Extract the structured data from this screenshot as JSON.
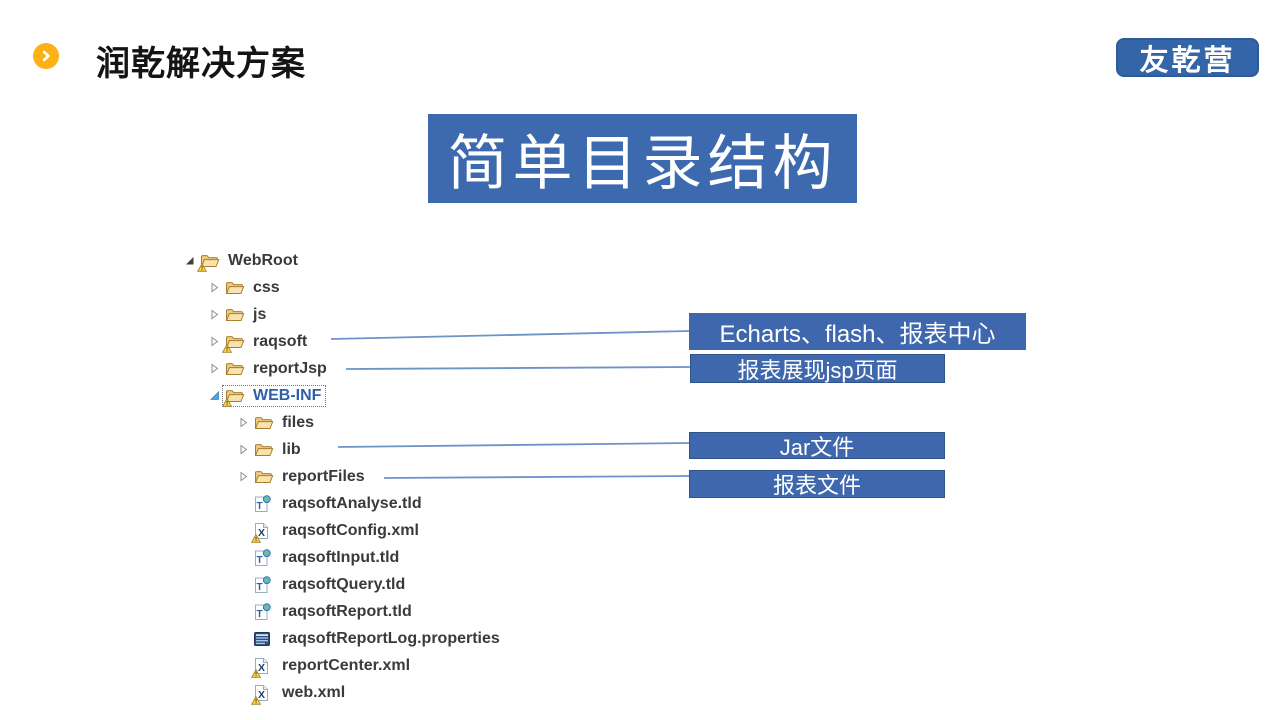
{
  "header": {
    "title": "润乾解决方案",
    "bullet_icon": "chevron-right-icon",
    "logo_text": "友乾营"
  },
  "banner": {
    "title": "简单目录结构"
  },
  "tree": {
    "items": [
      {
        "label": "WebRoot",
        "level": 0,
        "twistie": "expanded",
        "icon": "folder-icon",
        "warning": true,
        "selected": false
      },
      {
        "label": "css",
        "level": 1,
        "twistie": "collapsed",
        "icon": "folder-icon",
        "warning": false,
        "selected": false
      },
      {
        "label": "js",
        "level": 1,
        "twistie": "collapsed",
        "icon": "folder-icon",
        "warning": false,
        "selected": false
      },
      {
        "label": "raqsoft",
        "level": 1,
        "twistie": "collapsed",
        "icon": "folder-icon",
        "warning": true,
        "selected": false
      },
      {
        "label": "reportJsp",
        "level": 1,
        "twistie": "collapsed",
        "icon": "folder-icon",
        "warning": false,
        "selected": false
      },
      {
        "label": "WEB-INF",
        "level": 1,
        "twistie": "expanded-blue",
        "icon": "folder-icon",
        "warning": true,
        "selected": true
      },
      {
        "label": "files",
        "level": 2,
        "twistie": "collapsed",
        "icon": "folder-icon",
        "warning": false,
        "selected": false
      },
      {
        "label": "lib",
        "level": 2,
        "twistie": "collapsed",
        "icon": "folder-icon",
        "warning": false,
        "selected": false
      },
      {
        "label": "reportFiles",
        "level": 2,
        "twistie": "collapsed",
        "icon": "folder-icon",
        "warning": false,
        "selected": false
      },
      {
        "label": "raqsoftAnalyse.tld",
        "level": 2,
        "twistie": "none",
        "icon": "tld-file-icon",
        "warning": false,
        "selected": false
      },
      {
        "label": "raqsoftConfig.xml",
        "level": 2,
        "twistie": "none",
        "icon": "xml-file-icon",
        "warning": true,
        "selected": false
      },
      {
        "label": "raqsoftInput.tld",
        "level": 2,
        "twistie": "none",
        "icon": "tld-file-icon",
        "warning": false,
        "selected": false
      },
      {
        "label": "raqsoftQuery.tld",
        "level": 2,
        "twistie": "none",
        "icon": "tld-file-icon",
        "warning": false,
        "selected": false
      },
      {
        "label": "raqsoftReport.tld",
        "level": 2,
        "twistie": "none",
        "icon": "tld-file-icon",
        "warning": false,
        "selected": false
      },
      {
        "label": "raqsoftReportLog.properties",
        "level": 2,
        "twistie": "none",
        "icon": "properties-file-icon",
        "warning": false,
        "selected": false
      },
      {
        "label": "reportCenter.xml",
        "level": 2,
        "twistie": "none",
        "icon": "xml-file-icon",
        "warning": true,
        "selected": false
      },
      {
        "label": "web.xml",
        "level": 2,
        "twistie": "none",
        "icon": "xml-file-icon",
        "warning": true,
        "selected": false
      }
    ]
  },
  "callouts": [
    {
      "text": "Echarts、flash、报表中心",
      "points_to": "raqsoft"
    },
    {
      "text": "报表展现jsp页面",
      "points_to": "reportJsp"
    },
    {
      "text": "Jar文件",
      "points_to": "lib"
    },
    {
      "text": "报表文件",
      "points_to": "reportFiles"
    }
  ],
  "colors": {
    "banner_blue": "#3D6AAF",
    "callout_blue": "#3F67AE",
    "callout_border": "#2F5288",
    "logo_blue": "#3465A8",
    "bullet_orange": "#FCB216",
    "connector_blue": "#6E92C9",
    "selected_label_blue": "#2E5FA8"
  }
}
